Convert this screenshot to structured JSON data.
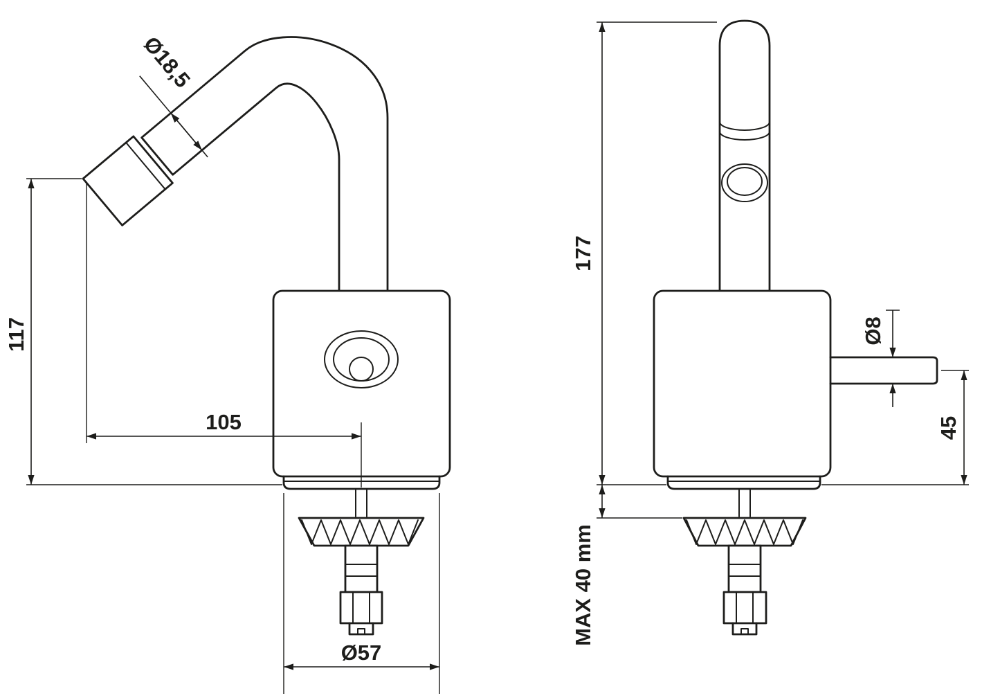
{
  "drawing": {
    "description": "Two-view technical dimension drawing of a bidet/basin mixer tap",
    "colors": {
      "line": "#1d1d1b",
      "background": "#ffffff"
    },
    "dimensions": {
      "spout_tip_diameter": "Ø18,5",
      "spout_outlet_height": "117",
      "spout_reach": "105",
      "base_diameter": "Ø57",
      "overall_height": "177",
      "pin_diameter": "Ø8",
      "pin_height": "45",
      "max_mounting_thickness": "MAX 40 mm"
    }
  }
}
